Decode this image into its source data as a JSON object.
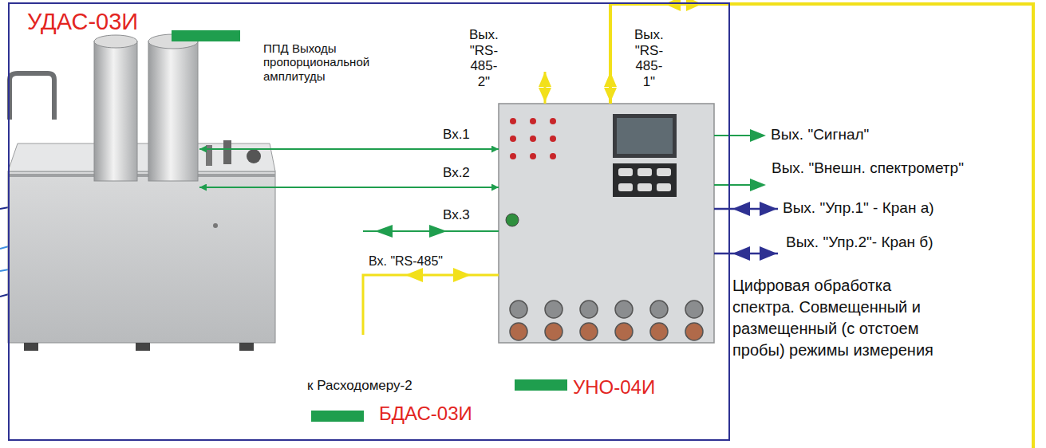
{
  "diagram": {
    "nodes": [
      {
        "text": [
          "УДАС-03И"
        ]
      },
      {
        "text": [
          "БДАС-03И"
        ],
        "in": 0
      },
      {
        "text": [
          "УНО-04И"
        ],
        "in": 0
      }
    ],
    "edges": [
      {
        "from": 1,
        "to": 2,
        "label": "Вх.1",
        "arrow": "both"
      },
      {
        "from": 1,
        "to": 2,
        "label": "Вх.2",
        "arrow": "both"
      }
    ],
    "labels": [
      "ППД Выходы пропорциональной амплитуды",
      "Вх.3",
      "Вх. \"RS-485\"",
      "к Расходомеру-2",
      "Вых. \"RS-485-2\"",
      "Вых. \"RS-485-1\"",
      "Вых. \"Сигнал\"",
      "Вых. \"Внешн. спектрометр\"",
      "Вых. \"Упр.1\" - Кран а)",
      "Вых. \"Упр.2\"- Кран б)",
      "Цифровая обработка спектра. Совмещенный и размещенный (с отстоем пробы) режимы измерения"
    ]
  }
}
